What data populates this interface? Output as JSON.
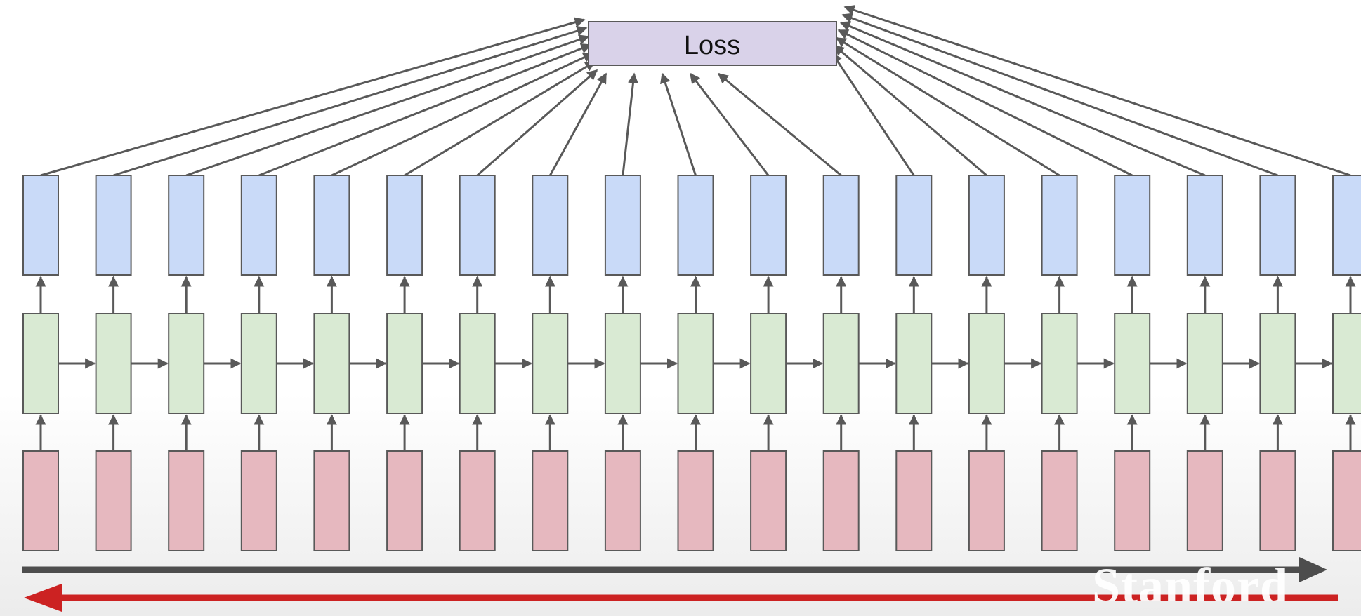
{
  "diagram": {
    "loss_label": "Loss",
    "timesteps": 19,
    "colors": {
      "loss_box": "#d9d2e9",
      "output_box": "#c9daf8",
      "hidden_box": "#d9ead3",
      "input_box": "#e6b8bf",
      "stroke": "#595959",
      "forward_arrow": "#4d4d4d",
      "backward_arrow": "#cc2222"
    },
    "watermark": "Stanford"
  }
}
